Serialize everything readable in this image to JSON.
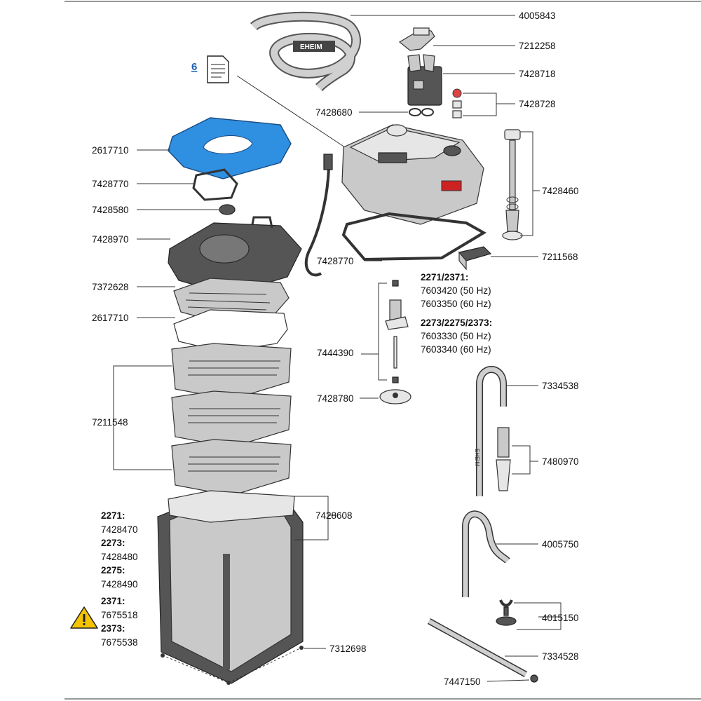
{
  "manual_link": {
    "number": "6"
  },
  "parts": {
    "hose": "4005843",
    "clip": "7212258",
    "adapter": "7428718",
    "valve": "7428728",
    "seals": "7428680",
    "top_cover_blue": "2617710",
    "gasket_top": "7428770",
    "knob": "7428580",
    "tray_top": "7428970",
    "grid": "7372628",
    "filter_pad": "2617710",
    "baskets": "7211548",
    "pump_head_gasket": "7428770",
    "outlet_pipe": "7428460",
    "switch": "7211568",
    "impeller_shaft": "7444390",
    "impeller_cover": "7428780",
    "intake_u": "7334538",
    "strainer": "7480970",
    "return_pipe": "4005750",
    "suction_cup": "4015150",
    "spray_bar": "7334528",
    "end_cap": "7447150",
    "canister_handle": "7428608",
    "feet": "7312698"
  },
  "motor_variants": [
    {
      "model": "2271/2371:",
      "bold": true
    },
    {
      "model": "7603420 (50 Hz)",
      "bold": false
    },
    {
      "model": "7603350 (60 Hz)",
      "bold": false
    },
    {
      "model": "2273/2275/2373:",
      "bold": true
    },
    {
      "model": "7603330 (50 Hz)",
      "bold": false
    },
    {
      "model": "7603340 (60 Hz)",
      "bold": false
    }
  ],
  "canister_variants": [
    {
      "text": "2271:",
      "bold": true
    },
    {
      "text": "7428470",
      "bold": false
    },
    {
      "text": "2273:",
      "bold": true
    },
    {
      "text": "7428480",
      "bold": false
    },
    {
      "text": "2275:",
      "bold": true
    },
    {
      "text": "7428490",
      "bold": false
    },
    {
      "text": "2371:",
      "bold": true
    },
    {
      "text": "7675518",
      "bold": false
    },
    {
      "text": "2373:",
      "bold": true
    },
    {
      "text": "7675538",
      "bold": false
    }
  ],
  "hose_brand": "EHEIM",
  "pipe_brand": "EHEIM",
  "colors": {
    "accent_blue": "#2f8fe0",
    "link_blue": "#1b5fb4",
    "warning_yellow": "#f5c400"
  }
}
